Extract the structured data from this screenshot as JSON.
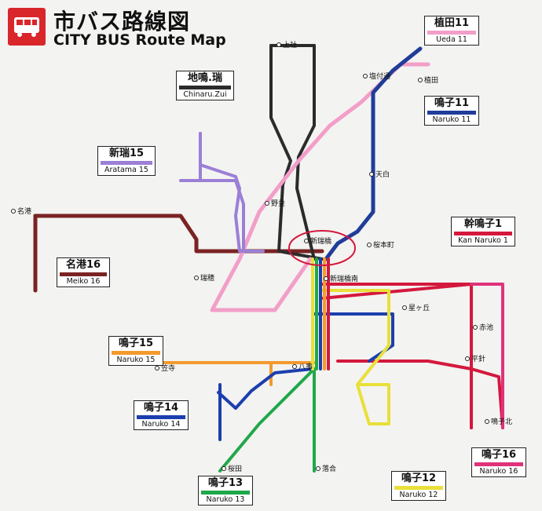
{
  "header": {
    "title_ja": "市バス路線図",
    "title_en": "CITY BUS Route Map",
    "icon": "bus-icon"
  },
  "routes": [
    {
      "key": "ueda11",
      "name": "植田11",
      "en": "Ueda 11",
      "color": "#f29ec8"
    },
    {
      "key": "chinaru",
      "name": "地鳴.瑞",
      "en": "Chinaru.Zui",
      "color": "#2b2b2b"
    },
    {
      "key": "naruko11",
      "name": "鳴子11",
      "en": "Naruko 11",
      "color": "#1f3d99"
    },
    {
      "key": "aratama15",
      "name": "新瑞15",
      "en": "Aratama 15",
      "color": "#9b7fd6"
    },
    {
      "key": "kannaruko1",
      "name": "幹鳴子1",
      "en": "Kan Naruko 1",
      "color": "#d4183d"
    },
    {
      "key": "meiko16",
      "name": "名港16",
      "en": "Meiko 16",
      "color": "#7a2323"
    },
    {
      "key": "naruko15",
      "name": "鳴子15",
      "en": "Naruko 15",
      "color": "#f39a2e"
    },
    {
      "key": "naruko14",
      "name": "鳴子14",
      "en": "Naruko 14",
      "color": "#1c3fae"
    },
    {
      "key": "naruko13",
      "name": "鳴子13",
      "en": "Naruko 13",
      "color": "#1fa84a"
    },
    {
      "key": "naruko12",
      "name": "鳴子12",
      "en": "Naruko 12",
      "color": "#e8e03a"
    },
    {
      "key": "naruko16",
      "name": "鳴子16",
      "en": "Naruko 16",
      "color": "#e0327a"
    }
  ],
  "stops": {
    "hub": "新瑞橋",
    "meiko_west": "名港",
    "yagoto": "八事",
    "naruko_kita": "鳴子北",
    "shiozuki": "塩付通",
    "hirabari": "平針",
    "ueda": "植田",
    "tenpaku": "天白",
    "akaike": "赤池",
    "kamiyashiro": "上社",
    "nonami": "野並",
    "sakurahonmachi": "桜本町",
    "mizuho": "瑞穂",
    "aratabashi": "新瑞橋南",
    "hoshigaoka": "星ヶ丘",
    "ochiai": "落合",
    "sakurada": "桜田",
    "kasadera": "笠寺"
  }
}
